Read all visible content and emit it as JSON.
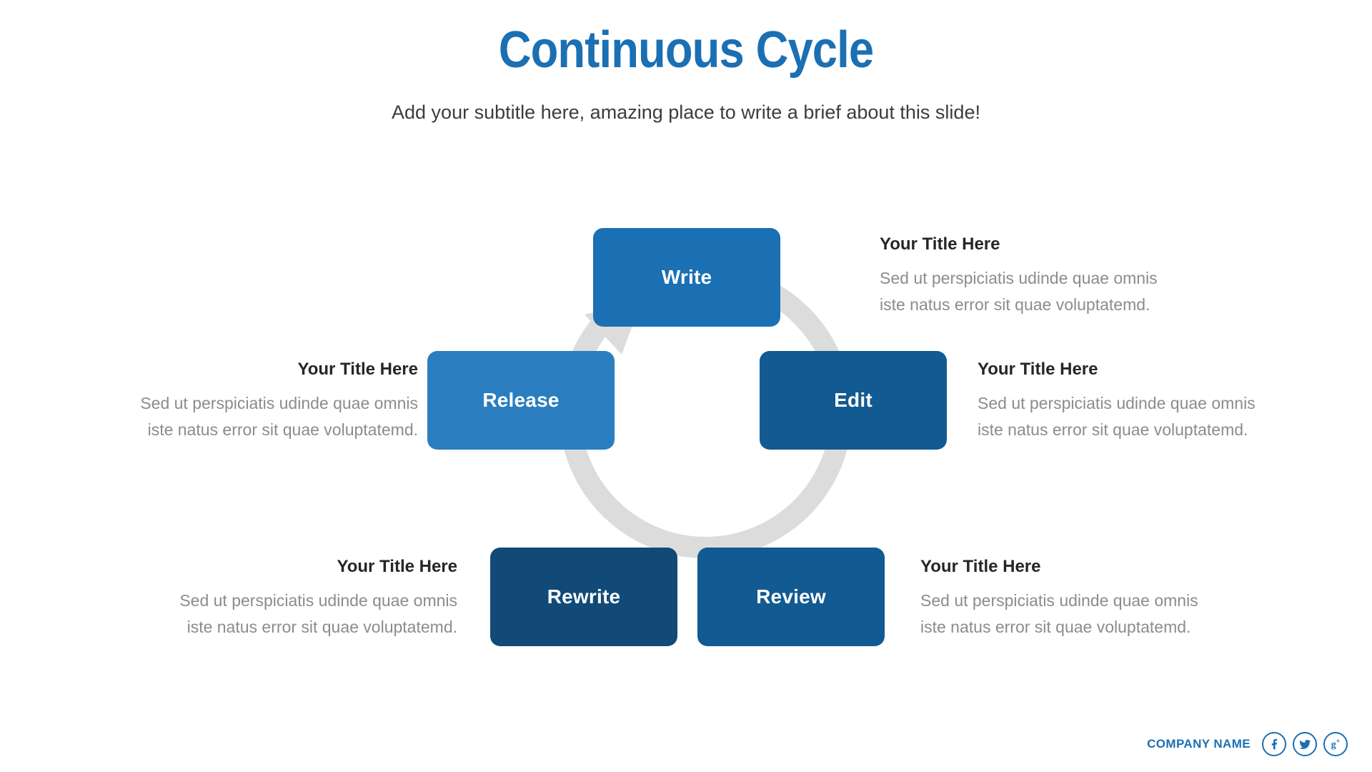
{
  "header": {
    "title": "Continuous Cycle",
    "subtitle": "Add your subtitle here, amazing place to write a brief about this slide!"
  },
  "colors": {
    "title_blue": "#1b6fb3",
    "ring_gray": "#dcdcdc",
    "node_write": "#1b6fb3",
    "node_edit": "#115a92",
    "node_review": "#115a92",
    "node_rewrite": "#114a77",
    "node_release": "#2a7ebf",
    "body_gray": "#8c8c8c",
    "heading_dark": "#262626"
  },
  "cycle": {
    "nodes": [
      {
        "id": "write",
        "label": "Write",
        "position": "top"
      },
      {
        "id": "edit",
        "label": "Edit",
        "position": "right"
      },
      {
        "id": "review",
        "label": "Review",
        "position": "bottom-right"
      },
      {
        "id": "rewrite",
        "label": "Rewrite",
        "position": "bottom-left"
      },
      {
        "id": "release",
        "label": "Release",
        "position": "left"
      }
    ],
    "arrow_direction": "clockwise"
  },
  "info_blocks": [
    {
      "id": "top-right",
      "title": "Your Title Here",
      "line1": "Sed ut perspiciatis udinde quae omnis",
      "line2": "iste natus error sit quae voluptatemd.",
      "align": "left"
    },
    {
      "id": "middle-right",
      "title": "Your Title Here",
      "line1": "Sed ut perspiciatis udinde quae omnis",
      "line2": "iste natus error sit quae voluptatemd.",
      "align": "left"
    },
    {
      "id": "bottom-right",
      "title": "Your Title Here",
      "line1": "Sed ut perspiciatis udinde quae omnis",
      "line2": "iste natus error sit quae voluptatemd.",
      "align": "left"
    },
    {
      "id": "middle-left",
      "title": "Your Title Here",
      "line1": "Sed ut perspiciatis udinde quae omnis",
      "line2": "iste natus error sit quae voluptatemd.",
      "align": "right"
    },
    {
      "id": "bottom-left",
      "title": "Your Title Here",
      "line1": "Sed ut perspiciatis udinde quae omnis",
      "line2": "iste natus error sit quae voluptatemd.",
      "align": "right"
    }
  ],
  "footer": {
    "company_name": "COMPANY NAME",
    "social": [
      {
        "id": "facebook",
        "icon": "facebook-icon",
        "glyph": "f"
      },
      {
        "id": "twitter",
        "icon": "twitter-icon",
        "glyph": ""
      },
      {
        "id": "googleplus",
        "icon": "google-plus-icon",
        "glyph": "g+"
      }
    ]
  }
}
